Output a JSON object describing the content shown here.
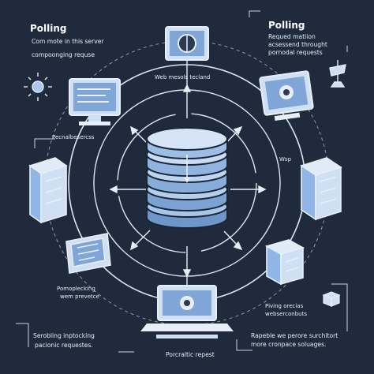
{
  "top_left": {
    "title": "Polling",
    "line1": "Com mote in this server",
    "line2": "compoonging requse"
  },
  "top_right": {
    "title": "Polling",
    "line1": "Requed matiion",
    "line2": "acsessend throught",
    "line3": "pornodal requests"
  },
  "center_top_label": "Web mesols tecland",
  "left_mid_label": "Pecnalbesercss",
  "right_mid_label": "Wsp",
  "left_low_label_1": "Pomoplecking",
  "left_low_label_2": "wem prevetce",
  "right_low_label_1": "Piving orecias",
  "right_low_label_2": "webserconbuts",
  "bottom_left": {
    "line1": "Serobling inptocking",
    "line2": "pacionic requestes."
  },
  "bottom_center": "Porcraltic repest",
  "bottom_right": {
    "line1": "Rapeble we perore surchitort",
    "line2": "more cronpace soluages."
  },
  "colors": {
    "background": "#1f2b3d",
    "line": "#e8eef7",
    "accent_blue": "#8fb6e6",
    "light_blue": "#c9dbf3"
  }
}
